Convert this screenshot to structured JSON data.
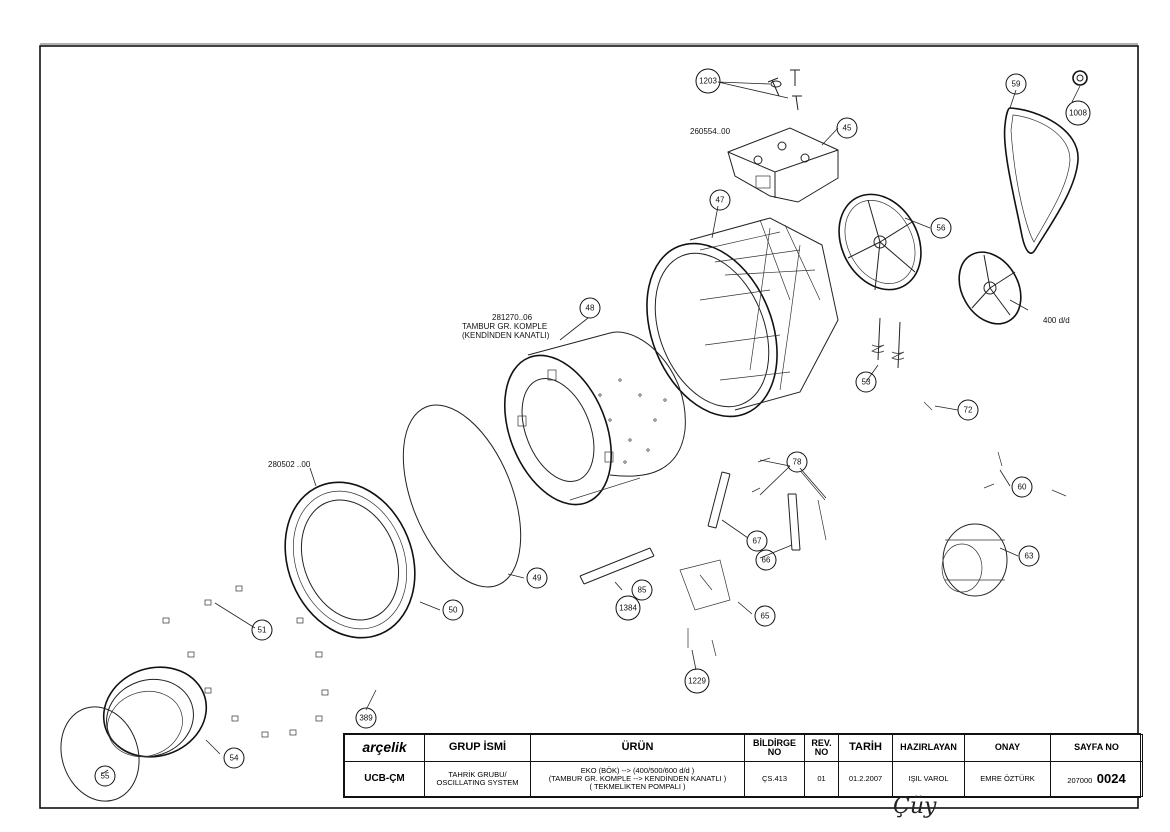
{
  "diagram": {
    "callouts": [
      {
        "id": "c1203",
        "label": "1203"
      },
      {
        "id": "c1008",
        "label": "1008"
      },
      {
        "id": "c59",
        "label": "59"
      },
      {
        "id": "c45",
        "label": "45"
      },
      {
        "id": "c47",
        "label": "47"
      },
      {
        "id": "c56",
        "label": "56"
      },
      {
        "id": "c48",
        "label": "48"
      },
      {
        "id": "c53",
        "label": "53"
      },
      {
        "id": "c72",
        "label": "72"
      },
      {
        "id": "c78",
        "label": "78"
      },
      {
        "id": "c60",
        "label": "60"
      },
      {
        "id": "c67",
        "label": "67"
      },
      {
        "id": "c66",
        "label": "66"
      },
      {
        "id": "c63",
        "label": "63"
      },
      {
        "id": "c49",
        "label": "49"
      },
      {
        "id": "c50",
        "label": "50"
      },
      {
        "id": "c65",
        "label": "65"
      },
      {
        "id": "c1384",
        "label": "1384"
      },
      {
        "id": "c85",
        "label": "85"
      },
      {
        "id": "c51",
        "label": "51"
      },
      {
        "id": "c1229",
        "label": "1229"
      },
      {
        "id": "c389",
        "label": "389"
      },
      {
        "id": "c54",
        "label": "54"
      },
      {
        "id": "c55",
        "label": "55"
      }
    ],
    "notes": {
      "code_260554": "260554..00",
      "drum_code": "281270..06",
      "drum_line1": "TAMBUR GR. KOMPLE",
      "drum_line2": "(KENDİNDEN KANATLI)",
      "code_280502": "280502 ..00",
      "pulley_400": "400 d/d"
    }
  },
  "title_block": {
    "logo": "arçelik",
    "headers": {
      "group": "GRUP İSMİ",
      "product": "ÜRÜN",
      "bildirge": "BİLDİRGE NO",
      "rev": "REV. NO",
      "date": "TARİH",
      "prepared": "HAZIRLAYAN",
      "approval": "ONAY",
      "page": "SAYFA NO"
    },
    "values": {
      "code": "UCB-ÇM",
      "group_line1": "TAHRİK GRUBU/",
      "group_line2": "OSCILLATING SYSTEM",
      "product_line1": "EKO (BÖK) --> (400/500/600 d/d )",
      "product_line2": "(TAMBUR GR. KOMPLE --> KENDİNDEN KANATLI )",
      "product_line3": "( TEKMELİKTEN POMPALI )",
      "bildirge": "ÇS.413",
      "rev": "01",
      "date": "01.2.2007",
      "prepared": "IŞIL VAROL",
      "approval": "EMRE ÖZTÜRK",
      "page_prefix": "207000",
      "page_number": "0024"
    }
  },
  "signature": "Çüy"
}
